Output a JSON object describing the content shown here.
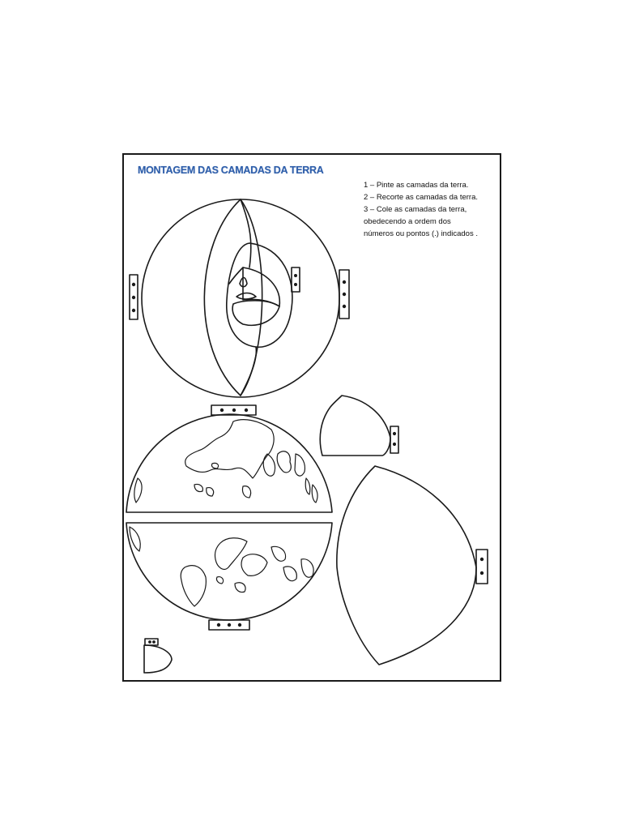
{
  "worksheet": {
    "title": "MONTAGEM DAS CAMADAS DA TERRA",
    "title_color": "#2e5eaa",
    "instructions": [
      "1 – Pinte as camadas  da terra.",
      "2 – Recorte as camadas  da  terra.",
      "3 – Cole as camadas da terra,",
      "obedecendo a ordem dos",
      "números ou pontos (.) indicados ."
    ]
  }
}
